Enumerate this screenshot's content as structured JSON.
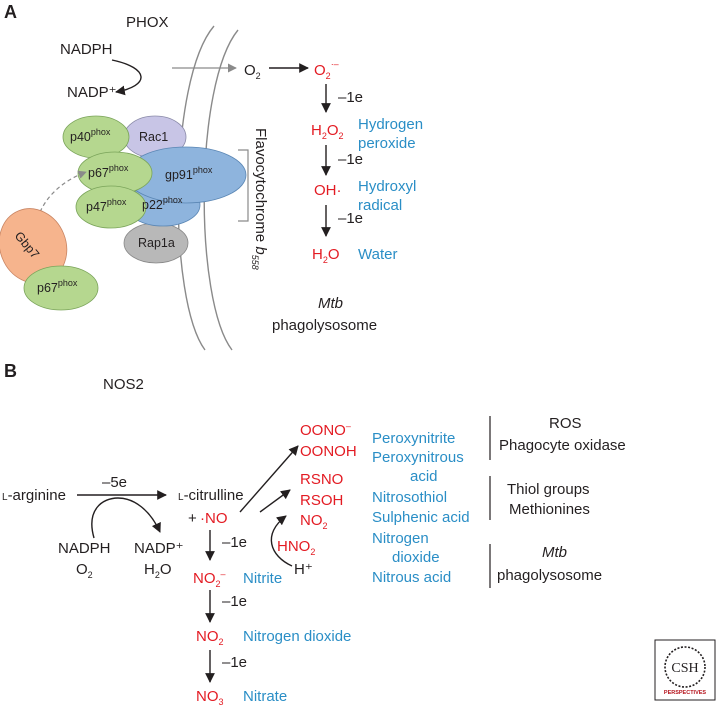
{
  "panel_a": {
    "label": "A",
    "phox_title": "PHOX",
    "nadph": "NADPH",
    "nadp_plus": "NADP⁺",
    "o2": "O",
    "o2_sub": "2",
    "superoxide": "O",
    "superoxide_sub": "2",
    "superoxide_sup": "·–",
    "minus_1e": "–1e",
    "h2o2_h": "H",
    "h2o2_s1": "2",
    "h2o2_o": "O",
    "h2o2_s2": "2",
    "hydrogen": "Hydrogen",
    "peroxide": "peroxide",
    "oh": "OH·",
    "hydroxyl": "Hydroxyl",
    "radical": "radical",
    "h2o_h": "H",
    "h2o_s": "2",
    "h2o_o": "O",
    "water": "Water",
    "flavocytochrome": "Flavocytochrome ",
    "flavo_b": "b",
    "flavo_sub": "558",
    "mtb": "Mtb",
    "phagolysosome": "phagolysosome",
    "proteins": {
      "p40": "p40",
      "rac1": "Rac1",
      "p67": "p67",
      "gp91": "gp91",
      "p47": "p47",
      "p22": "p22",
      "rap1a": "Rap1a",
      "gbp7": "Gbp7",
      "p67b": "p67",
      "phox": "phox"
    },
    "colors": {
      "green": "#b5d78f",
      "purple": "#c8c5e6",
      "blue": "#8eb4dd",
      "grey": "#b8b8b8",
      "orange": "#f6b48d"
    }
  },
  "panel_b": {
    "label": "B",
    "nos2_title": "NOS2",
    "l_prefix": "L",
    "arginine": "-arginine",
    "minus_5e": "–5e",
    "nadph": "NADPH",
    "o2": "O",
    "o2_sub": "2",
    "nadp_plus": "NADP⁺",
    "h2o_h": "H",
    "h2o_s": "2",
    "h2o_o": "O",
    "citrulline_l": "L",
    "citrulline": "-citrulline",
    "plus": "+",
    "no": "·NO",
    "minus_1e": "–1e",
    "no2_minus": "NO",
    "no2_minus_sub": "2",
    "no2_minus_sup": "–",
    "nitrite": "Nitrite",
    "hplus": "H⁺",
    "hno2": "HNO",
    "hno2_sub": "2",
    "oono": "OONO",
    "oono_sup": "–",
    "oonoh": "OONOH",
    "rsno": "RSNO",
    "rsoh": "RSOH",
    "no2_right": "NO",
    "no2_right_sub": "2",
    "no2_low": "NO",
    "no2_low_sub": "2",
    "nitrogen_dioxide": "Nitrogen dioxide",
    "no3": "NO",
    "no3_sub": "3",
    "nitrate": "Nitrate",
    "names": [
      "Peroxynitrite",
      "Peroxynitrous",
      "acid",
      "Nitrosothiol",
      "Sulphenic acid",
      "Nitrogen",
      "dioxide",
      "Nitrous acid"
    ],
    "targets": {
      "ros": "ROS",
      "phagocyte_oxidase": "Phagocyte oxidase",
      "thiol": "Thiol groups",
      "methionines": "Methionines",
      "mtb": "Mtb",
      "phagolysosome": "phagolysosome"
    }
  },
  "logo": {
    "csh": "CSH",
    "perspectives": "PERSPECTIVES"
  }
}
